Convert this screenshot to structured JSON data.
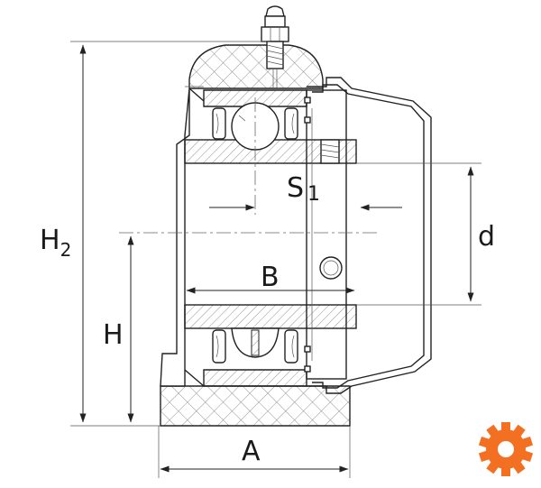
{
  "labels": {
    "h2_main": "H",
    "h2_sub": "2",
    "h": "H",
    "a": "A",
    "b": "B",
    "s1_main": "S",
    "s1_sub": "1",
    "d": "d"
  },
  "colors": {
    "line": "#222222",
    "hatch": "#555555",
    "fill": "#ffffff",
    "logo": "#f36f21"
  },
  "icons": {
    "logo": "gear-icon"
  }
}
